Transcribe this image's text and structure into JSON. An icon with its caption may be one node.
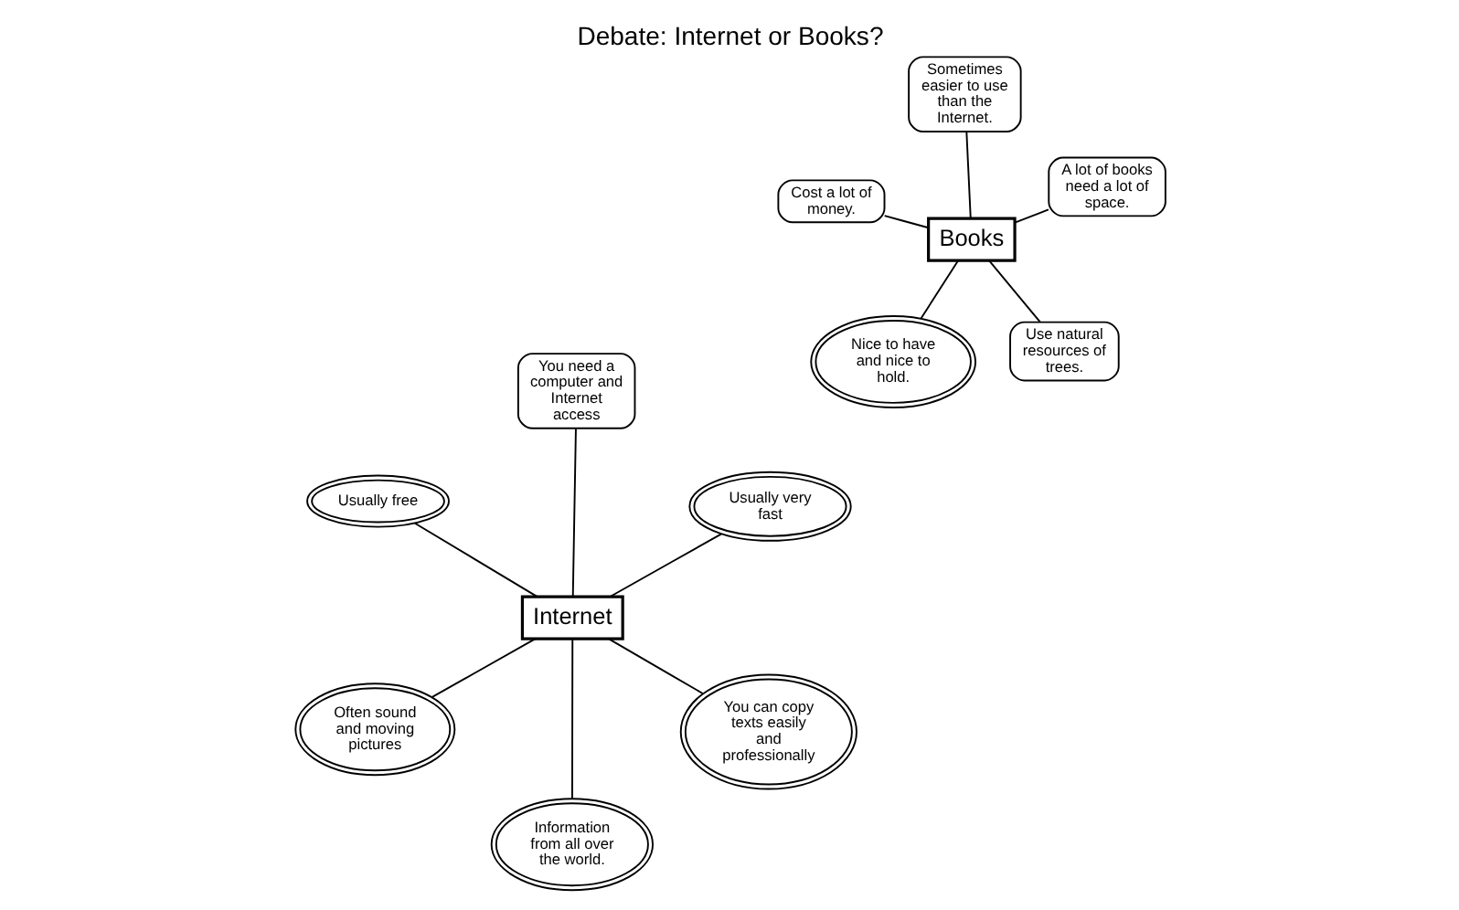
{
  "diagram": {
    "title": "Debate: Internet or Books?",
    "nodes": [
      {
        "text": [
          "Internet"
        ]
      },
      {
        "text": [
          "You can copy texts easily and professionally"
        ]
      },
      {
        "text": [
          "Information from all over the world."
        ]
      },
      {
        "text": [
          "Usually free"
        ]
      },
      {
        "text": [
          "Usually very fast"
        ]
      },
      {
        "text": [
          "You need a computer and Internet access"
        ]
      },
      {
        "text": [
          "Often sound and moving pictures"
        ]
      },
      {
        "text": [
          "Books"
        ]
      },
      {
        "text": [
          "Use natural resources of trees."
        ]
      },
      {
        "text": [
          "Nice to have and nice to hold."
        ]
      },
      {
        "text": [
          "Cost a lot of money."
        ]
      },
      {
        "text": [
          "A lot of books need a lot of space."
        ]
      },
      {
        "text": [
          "Sometimes easier to use than the Internet."
        ]
      }
    ],
    "edges": [
      {
        "from": 0,
        "to": 1,
        "arrow": "none"
      },
      {
        "from": 0,
        "to": 2,
        "arrow": "none"
      },
      {
        "from": 0,
        "to": 3,
        "arrow": "none"
      },
      {
        "from": 0,
        "to": 4,
        "arrow": "none"
      },
      {
        "from": 0,
        "to": 5,
        "arrow": "none"
      },
      {
        "from": 0,
        "to": 6,
        "arrow": "none"
      },
      {
        "from": 7,
        "to": 8,
        "arrow": "none"
      },
      {
        "from": 7,
        "to": 9,
        "arrow": "none"
      },
      {
        "from": 7,
        "to": 10,
        "arrow": "none"
      },
      {
        "from": 7,
        "to": 11,
        "arrow": "none"
      },
      {
        "from": 7,
        "to": 12,
        "arrow": "none"
      }
    ]
  }
}
